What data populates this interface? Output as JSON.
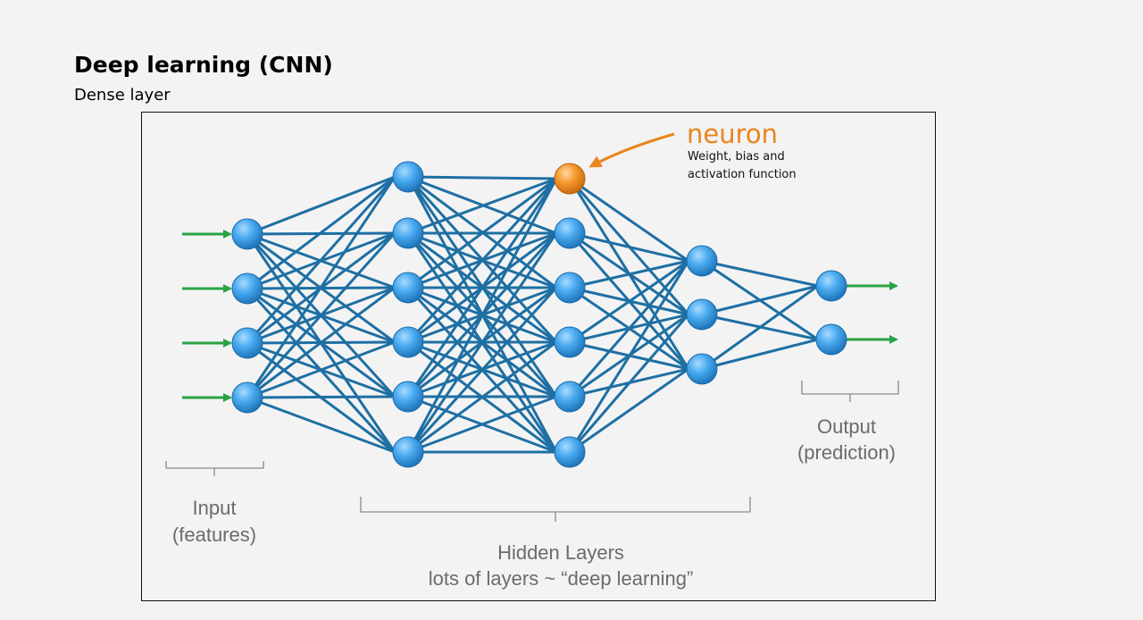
{
  "slide": {
    "title": "Deep learning (CNN)",
    "subtitle": "Dense layer"
  },
  "diagram": {
    "callout": {
      "word": "neuron",
      "line1": "Weight, bias and",
      "line2": "activation function"
    },
    "labels": {
      "input_line1": "Input",
      "input_line2": "(features)",
      "hidden_line1": "Hidden Layers",
      "hidden_line2": "lots of layers ~ “deep learning”",
      "output_line1": "Output",
      "output_line2": "(prediction)"
    },
    "layers": [
      {
        "name": "input",
        "neurons": 4
      },
      {
        "name": "hidden-1",
        "neurons": 6
      },
      {
        "name": "hidden-2",
        "neurons": 6
      },
      {
        "name": "hidden-3",
        "neurons": 3
      },
      {
        "name": "output",
        "neurons": 2
      }
    ],
    "highlighted_neuron": {
      "layer": 2,
      "index": 0
    },
    "colors": {
      "connection": "#1e6fa3",
      "neuron": "#3a9fe0",
      "highlight": "#f08a1c",
      "input_arrow": "#2aa344",
      "callout": "#e8861d"
    }
  }
}
